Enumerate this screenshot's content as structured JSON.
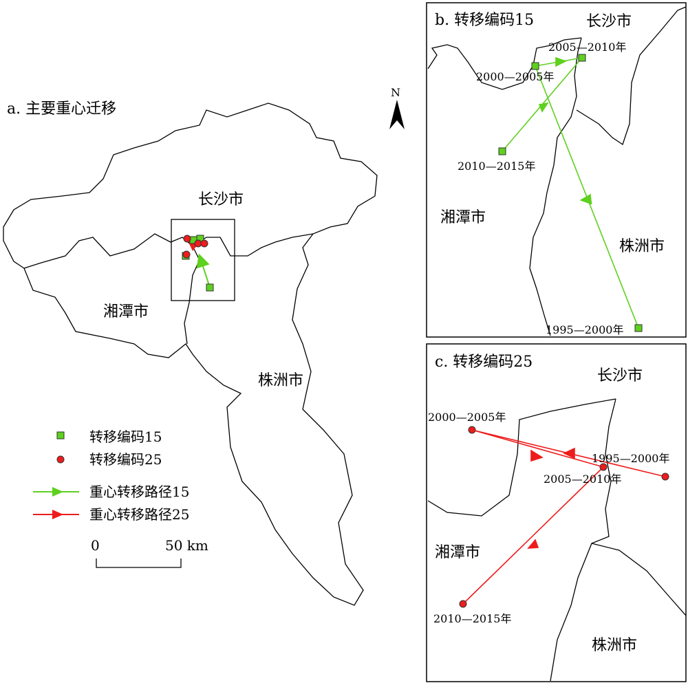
{
  "panel_a": {
    "title": "a. 主要重心迁移",
    "north": "N",
    "cities": {
      "changsha": "长沙市",
      "xiangtan": "湘潭市",
      "zhuzhou": "株洲市"
    },
    "legend": [
      "转移编码15",
      "转移编码25",
      "重心转移路径15",
      "重心转移路径25"
    ],
    "scale": {
      "start": "0",
      "end": "50 km"
    }
  },
  "panel_b": {
    "title": "b. 转移编码15",
    "cities": {
      "changsha": "长沙市",
      "xiangtan": "湘潭市",
      "zhuzhou": "株洲市"
    },
    "points": [
      "1995—2000年",
      "2000—2005年",
      "2005—2010年",
      "2010—2015年"
    ]
  },
  "panel_c": {
    "title": "c. 转移编码25",
    "cities": {
      "changsha": "长沙市",
      "xiangtan": "湘潭市",
      "zhuzhou": "株洲市"
    },
    "points": [
      "1995—2000年",
      "2000—2005年",
      "2005—2010年",
      "2010—2015年"
    ]
  },
  "colors": {
    "code15": "#5ed01e",
    "code25": "#ee1c1c"
  }
}
